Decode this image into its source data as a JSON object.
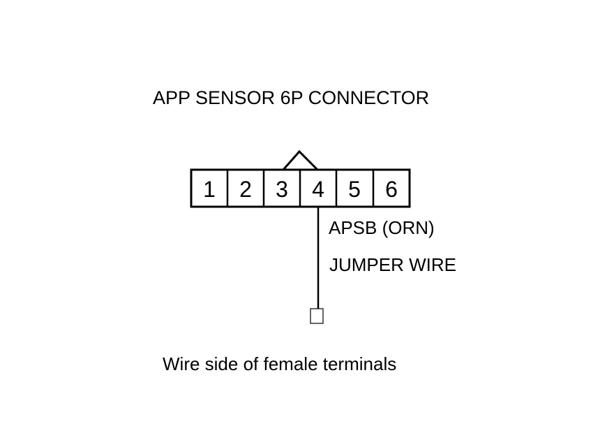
{
  "title": "APP SENSOR 6P CONNECTOR",
  "connector": {
    "pins": [
      "1",
      "2",
      "3",
      "4",
      "5",
      "6"
    ]
  },
  "wire": {
    "terminal_label": "APSB (ORN)",
    "type_label": "JUMPER WIRE"
  },
  "caption": "Wire side of female terminals",
  "colors": {
    "line": "#000000",
    "background": "#ffffff"
  }
}
